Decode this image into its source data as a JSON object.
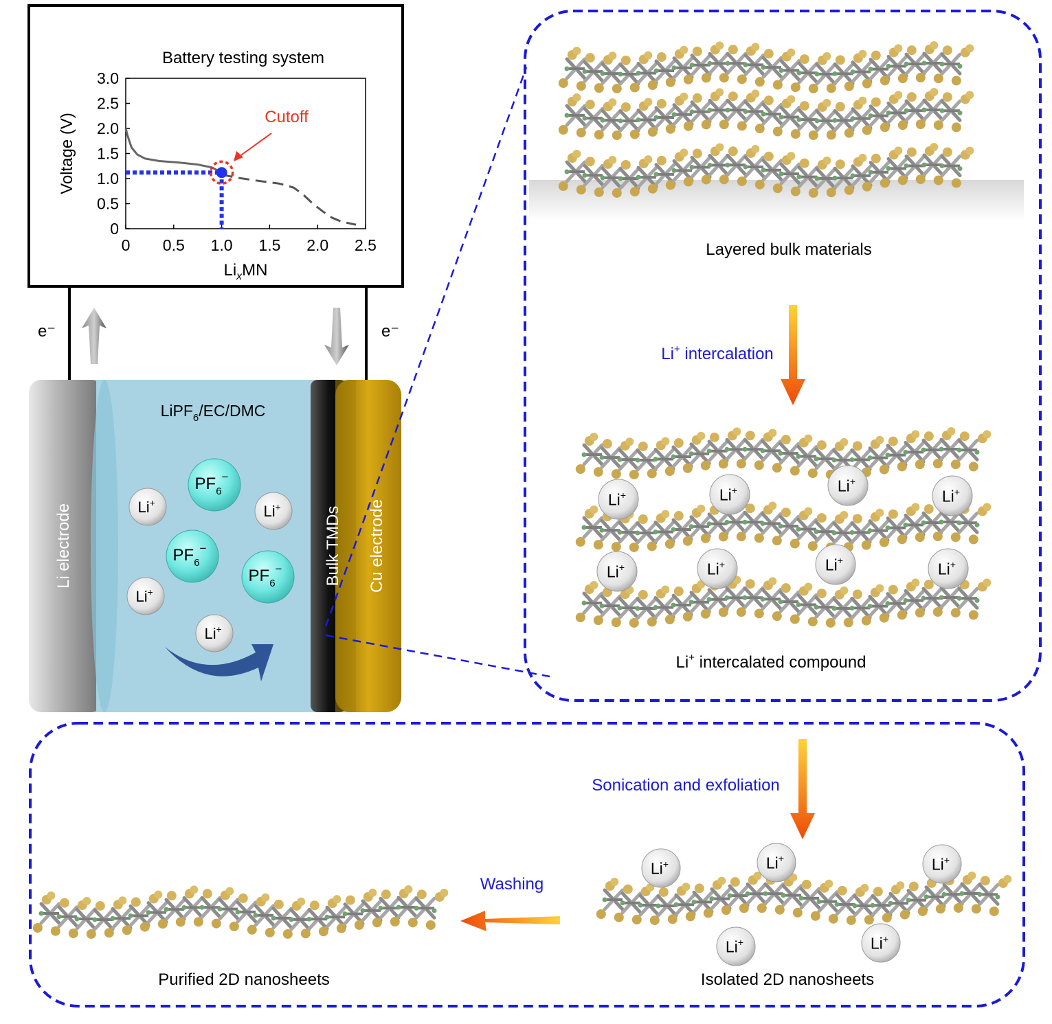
{
  "battery_testing": {
    "title": "Battery testing system",
    "cutoff_label": "Cutoff",
    "ylabel": "Voltage (V)",
    "xlabel_main": "Li",
    "xlabel_sub": "x",
    "xlabel_rest": "MN",
    "e_left": "e⁻",
    "e_right": "e⁻"
  },
  "chart_data": {
    "type": "line",
    "title": "",
    "xlabel": "LixMN",
    "ylabel": "Voltage (V)",
    "xlim": [
      0,
      2.5
    ],
    "ylim": [
      0,
      3.0
    ],
    "x_ticks": [
      "0",
      "0.5",
      "1.0",
      "1.5",
      "2.0",
      "2.5"
    ],
    "y_ticks": [
      "0",
      "0.5",
      "1.0",
      "1.5",
      "2.0",
      "2.5",
      "3.0"
    ],
    "series": [
      {
        "style": "solid",
        "x": [
          0,
          0.02,
          0.06,
          0.12,
          0.2,
          0.35,
          0.55,
          0.75,
          0.9,
          1.0
        ],
        "y": [
          2.0,
          1.85,
          1.62,
          1.48,
          1.4,
          1.35,
          1.32,
          1.28,
          1.22,
          1.12
        ]
      },
      {
        "style": "dashed",
        "x": [
          1.0,
          1.15,
          1.4,
          1.6,
          1.75,
          1.85,
          1.95,
          2.05,
          2.15,
          2.25,
          2.4
        ],
        "y": [
          1.08,
          1.02,
          0.95,
          0.9,
          0.82,
          0.68,
          0.5,
          0.35,
          0.22,
          0.14,
          0.08
        ]
      }
    ],
    "cutoff_point": {
      "x": 1.0,
      "y": 1.12
    },
    "grid": false,
    "legend": "none"
  },
  "cell": {
    "electrolyte_main": "LiPF",
    "electrolyte_sub": "6",
    "electrolyte_rest": "/EC/DMC",
    "li_electrode": "Li electrode",
    "cu_electrode": "Cu electrode",
    "bulk": "Bulk TMDs",
    "ion_main": "Li",
    "ion_sup": "+",
    "pf_main": "PF",
    "pf_sub": "6",
    "pf_sup": "−"
  },
  "process": {
    "layered_label": "Layered bulk materials",
    "intercalation_main": "Li",
    "intercalation_sup": "+",
    "intercalation_rest": " intercalation",
    "compound_main": "Li",
    "compound_sup": "+",
    "compound_rest": " intercalated compound",
    "sonication_label": "Sonication and exfoliation",
    "washing_label": "Washing",
    "isolated_label": "Isolated 2D nanosheets",
    "purified_label": "Purified 2D nanosheets"
  },
  "colors": {
    "dashed_border": "#1a1adb",
    "blue_text": "#1a1adb",
    "cutoff_red": "#ee3322",
    "electrolyte": "#a9d3e3",
    "copper": "#c99a10",
    "pf_ion": "#66e0dc",
    "sulfur": "#d4b35c",
    "metal": "#9a9a9a"
  }
}
